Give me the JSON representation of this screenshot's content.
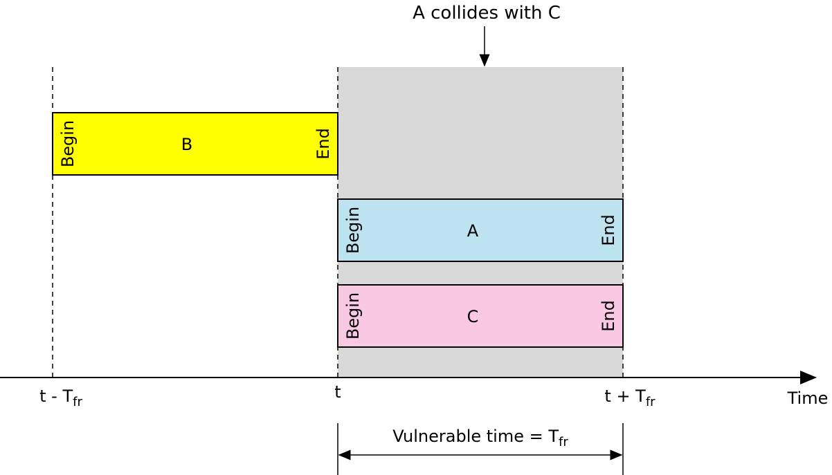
{
  "annotation": {
    "text": "A collides with C"
  },
  "frames": [
    {
      "id": "B",
      "label": "B",
      "begin": "Begin",
      "end": "End",
      "color": "#ffff00"
    },
    {
      "id": "A",
      "label": "A",
      "begin": "Begin",
      "end": "End",
      "color": "#bde3f0"
    },
    {
      "id": "C",
      "label": "C",
      "begin": "Begin",
      "end": "End",
      "color": "#f9c9e3"
    }
  ],
  "vulnerable_region_color": "#d9d9d9",
  "axis": {
    "label": "Time",
    "ticks": [
      {
        "main": "t - T",
        "sub": "fr"
      },
      {
        "main": "t",
        "sub": ""
      },
      {
        "main": "t + T",
        "sub": "fr"
      }
    ]
  },
  "vulnerable": {
    "main": "Vulnerable time = T",
    "sub": "fr"
  }
}
